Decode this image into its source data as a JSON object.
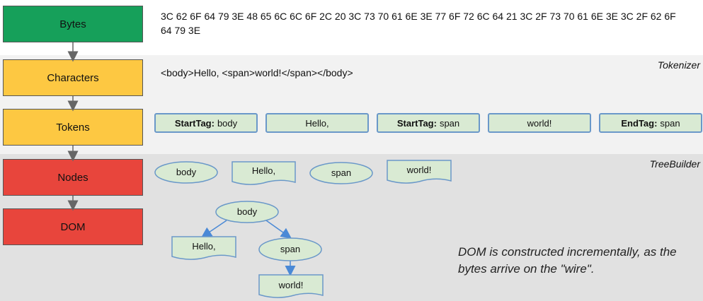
{
  "stages": {
    "bytes": "Bytes",
    "characters": "Characters",
    "tokens": "Tokens",
    "nodes": "Nodes",
    "dom": "DOM"
  },
  "colors": {
    "bytes_stage": "#16a05a",
    "tokenizer_stages": "#fdc842",
    "treebuilder_stages": "#e8453c",
    "shape_fill": "#d9ead3",
    "shape_border": "#6a98c9",
    "arrow_blue": "#4a89d6"
  },
  "bytes_text": "3C 62 6F 64 79 3E 48 65 6C 6C 6F 2C 20 3C 73 70 61 6E 3E 77 6F 72 6C 64 21 3C 2F 73 70 61 6E 3E 3C 2F 62 6F 64 79 3E",
  "characters_text": "<body>Hello, <span>world!</span></body>",
  "tokens": [
    {
      "kind": "StartTag:",
      "value": "body"
    },
    {
      "kind": "",
      "value": "Hello,"
    },
    {
      "kind": "StartTag:",
      "value": "span"
    },
    {
      "kind": "",
      "value": "world!"
    },
    {
      "kind": "EndTag:",
      "value": "span"
    }
  ],
  "nodes": [
    {
      "type": "element",
      "label": "body"
    },
    {
      "type": "text",
      "label": "Hello,"
    },
    {
      "type": "element",
      "label": "span"
    },
    {
      "type": "text",
      "label": "world!"
    }
  ],
  "dom_tree": {
    "root": "body",
    "child_text": "Hello,",
    "child_element": "span",
    "grandchild_text": "world!"
  },
  "band_labels": {
    "tokenizer": "Tokenizer",
    "treebuilder": "TreeBuilder"
  },
  "note": "DOM is constructed incrementally, as the bytes arrive on the \"wire\"."
}
